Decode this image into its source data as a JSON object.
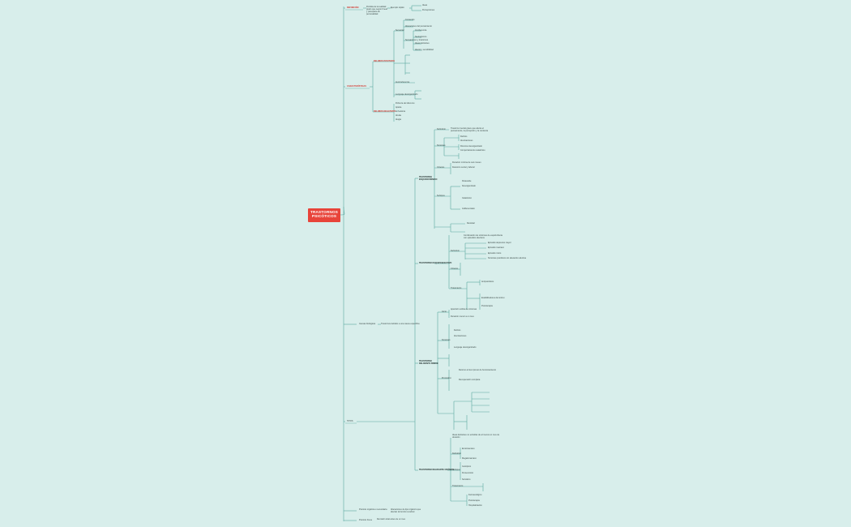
{
  "root": "TRASTORNOS PSICÓTICOS",
  "branches": {
    "definicion": {
      "label": "DEFINICIÓN",
      "detail": "Pérdida de la realidad grado que según Freud y psicopatía de personalidad",
      "sub": "Ejemplo rápido",
      "items": [
        "Ideas",
        "Percepciones"
      ]
    },
    "caracteristicas": {
      "label": "CARACTERÍSTICAS",
      "primera": "DELIRIOS POSITIVOS",
      "items": [
        "Sensorial",
        "Contenido",
        "Alteraciones del pensamiento",
        "Sensaciones y trastornos",
        "Incoherencia",
        "Neologismos",
        "Ideas delirantes",
        "Afecto y sensibilidad",
        "Autorreferencia",
        "Lenguaje desorganizado"
      ],
      "negativos": "DELIRIOS NEGATIVOS",
      "neg_items": [
        "Pobreza del discurso",
        "Apatía",
        "Anhedonia",
        "Abulia",
        "Alogia"
      ]
    },
    "causas": {
      "label": "Causas biológicas",
      "detail": "Trastornos debidos a una causa específica"
    },
    "tipos": {
      "label": "TIPOS"
    },
    "psicosis_organica": {
      "label": "Psicosis orgánica o secundaria",
      "detail": "Alteraciones de tipo orgánico que afectan la función cerebral"
    },
    "otros": {
      "label": "Psicosis breve",
      "detail": "Remisión total antes de un mes"
    }
  },
  "tipos_sections": [
    {
      "label": "TRASTORNO ESQUIZOFRÉNICO",
      "groups": [
        {
          "label": "Definición",
          "items": [
            "Trastorno mental grave que afecta el pensamiento, la percepción y la conducta"
          ]
        },
        {
          "label": "Síntomas",
          "items": [
            "Delirios",
            "Alucinaciones",
            "Discurso desorganizado",
            "Comportamiento catatónico"
          ]
        },
        {
          "label": "Criterios",
          "items": [
            "Duración mínima de seis meses",
            "Deterioro social y laboral"
          ]
        },
        {
          "label": "Subtipos",
          "items": [
            "Paranoide",
            "Desorganizado",
            "Catatónico",
            "Indiferenciado",
            "Residual"
          ]
        }
      ]
    },
    {
      "label": "TRASTORNO ESQUIZOAFECTIVO",
      "groups": [
        {
          "label": "Definición",
          "items": [
            "Combinación de síntomas de esquizofrenia con episodios afectivos"
          ]
        },
        {
          "label": "Criterios",
          "items": [
            "Episodio depresivo mayor",
            "Episodio maníaco",
            "Episodio mixto",
            "Síntomas psicóticos sin alteración afectiva"
          ]
        },
        {
          "label": "Tratamiento",
          "items": [
            "Antipsicóticos",
            "Estabilizadores del ánimo",
            "Psicoterapia"
          ]
        }
      ]
    },
    {
      "label": "TRASTORNO DELIRANTE BREVE",
      "groups": [
        {
          "label": "Inicio",
          "items": [
            "Aparición súbita de síntomas",
            "Duración menor a un mes"
          ]
        },
        {
          "label": "Síntomas",
          "items": [
            "Delirios",
            "Alucinaciones",
            "Lenguaje desorganizado"
          ]
        },
        {
          "label": "Pronóstico",
          "items": [
            "Retorno al nivel previo de funcionamiento",
            "Recuperación completa"
          ]
        }
      ]
    },
    {
      "label": "TRASTORNO DELIRANTE CRÓNICO",
      "groups": [
        {
          "label": "Definición",
          "items": [
            "Ideas delirantes no extrañas de al menos un mes de duración"
          ]
        },
        {
          "label": "Subtipos",
          "items": [
            "Erotomaníaco",
            "Megalomaníaco",
            "Celotípico",
            "Persecutorio",
            "Somático"
          ]
        },
        {
          "label": "Tratamiento",
          "items": [
            "Farmacológico",
            "Psicoterapia",
            "Hospitalización"
          ]
        }
      ]
    }
  ]
}
